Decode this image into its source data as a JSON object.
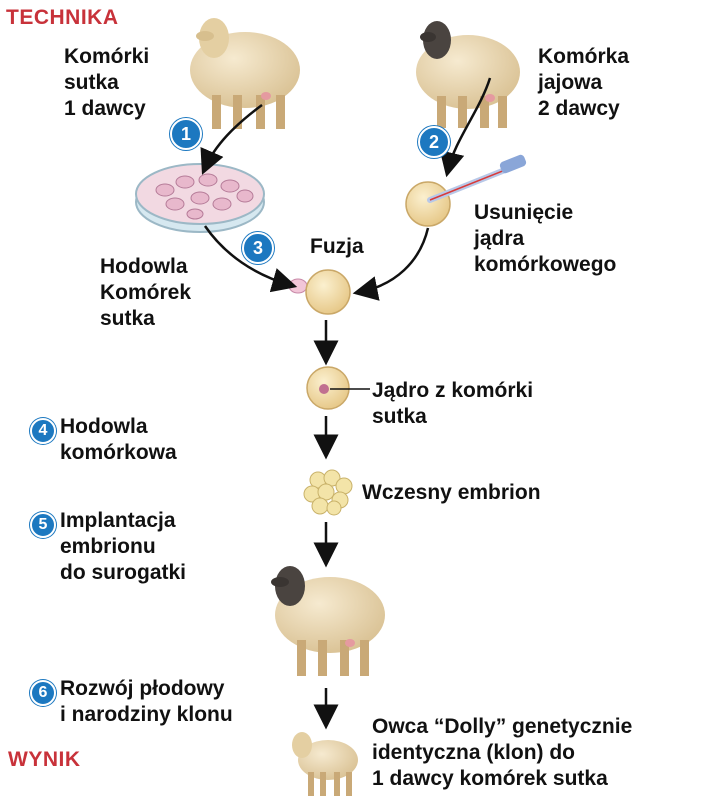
{
  "headings": {
    "technique": "TECHNIKA",
    "result": "WYNIK"
  },
  "labels": {
    "donor1": "Komórki\nsutka\n1 dawcy",
    "donor2": "Komórka\njajowa\n2 dawcy",
    "culture": "Hodowla\nKomórek\nsutka",
    "fusion": "Fuzja",
    "enucleation": "Usunięcie\njądra\nkomórkowego",
    "nucleus": "Jądro z komórki\nsutka",
    "embryo": "Wczesny embrion",
    "result": "Owca “Dolly” genetycznie\nidentyczna (klon) do\n1 dawcy komórek sutka"
  },
  "steps": [
    {
      "num": "1"
    },
    {
      "num": "2"
    },
    {
      "num": "3"
    },
    {
      "num": "4",
      "text": "Hodowla\nkomórkowa"
    },
    {
      "num": "5",
      "text": "Implantacja\nembrionu\ndo surogatki"
    },
    {
      "num": "6",
      "text": "Rozwój płodowy\ni narodziny klonu"
    }
  ],
  "colors": {
    "accent_red": "#c8323a",
    "badge_blue": "#1c78c0",
    "wool": "#e9d6ad",
    "cell": "#f3dfa8"
  }
}
